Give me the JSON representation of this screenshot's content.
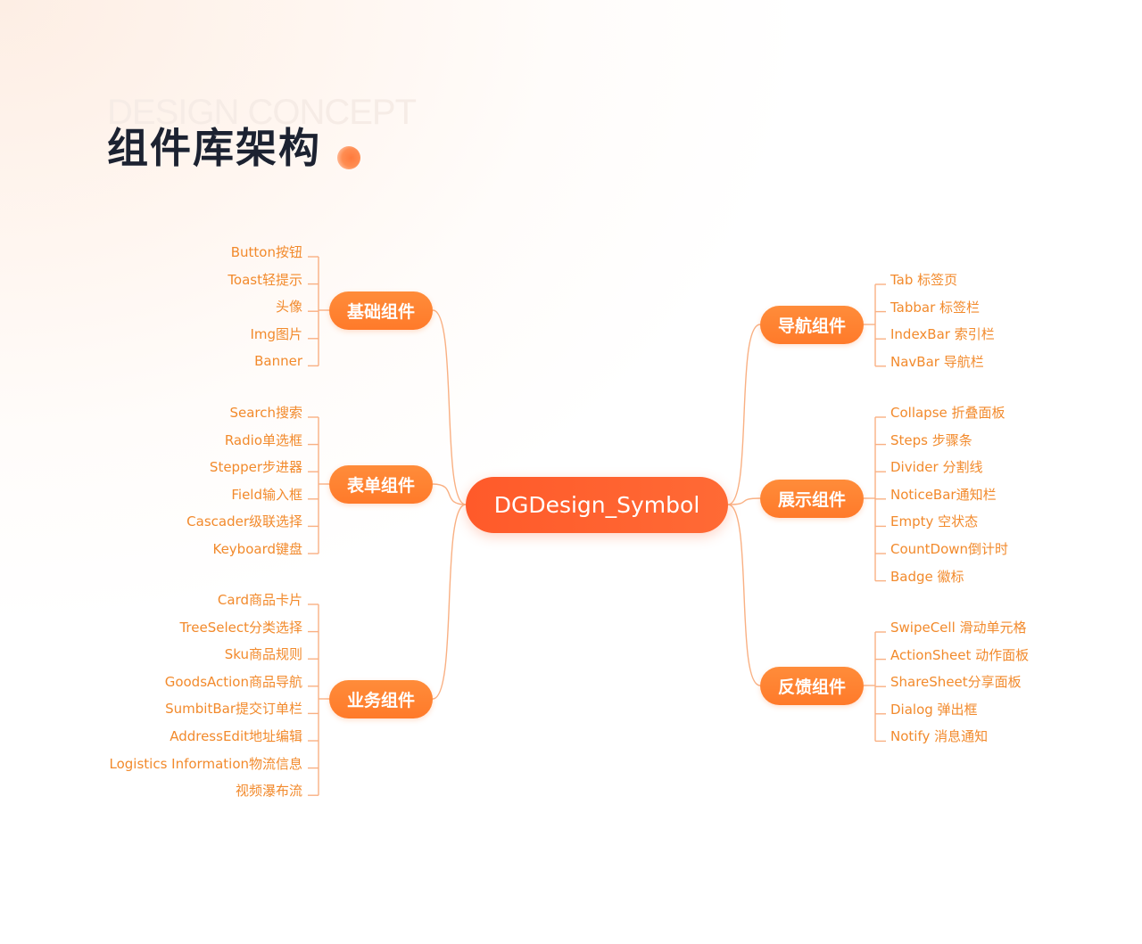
{
  "header": {
    "watermark": "DESIGN CONCEPT",
    "title": "组件库架构"
  },
  "center": "DGDesign_Symbol",
  "colors": {
    "accent": "#ff6a35",
    "branch": "#ff8632",
    "leaf_text": "#f28a2c",
    "line": "#f9b083",
    "title": "#1c2231"
  },
  "branches": [
    {
      "label": "基础组件",
      "side": "left",
      "items": [
        "Button按钮",
        "Toast轻提示",
        "头像",
        "Img图片",
        "Banner"
      ]
    },
    {
      "label": "表单组件",
      "side": "left",
      "items": [
        "Search搜索",
        "Radio单选框",
        "Stepper步进器",
        "Field输入框",
        "Cascader级联选择",
        "Keyboard键盘"
      ]
    },
    {
      "label": "业务组件",
      "side": "left",
      "items": [
        "Card商品卡片",
        "TreeSelect分类选择",
        "Sku商品规则",
        "GoodsAction商品导航",
        "SumbitBar提交订单栏",
        "AddressEdit地址编辑",
        "Logistics Information物流信息",
        "视频瀑布流"
      ]
    },
    {
      "label": "导航组件",
      "side": "right",
      "items": [
        "Tab 标签页",
        "Tabbar 标签栏",
        "IndexBar 索引栏",
        "NavBar 导航栏"
      ]
    },
    {
      "label": "展示组件",
      "side": "right",
      "items": [
        "Collapse 折叠面板",
        "Steps 步骤条",
        "Divider 分割线",
        "NoticeBar通知栏",
        "Empty 空状态",
        "CountDown倒计时",
        "Badge 徽标"
      ]
    },
    {
      "label": "反馈组件",
      "side": "right",
      "items": [
        "SwipeCell 滑动单元格",
        "ActionSheet 动作面板",
        "ShareSheet分享面板",
        "Dialog 弹出框",
        "Notify 消息通知"
      ]
    }
  ]
}
